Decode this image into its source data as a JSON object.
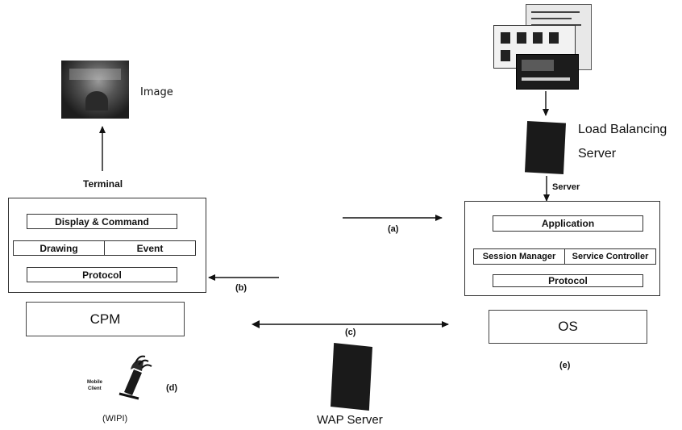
{
  "terminal": {
    "image_label": "Image",
    "terminal_label": "Terminal",
    "display_command": "Display & Command",
    "drawing": "Drawing",
    "event": "Event",
    "protocol": "Protocol",
    "cpm": "CPM"
  },
  "server_side": {
    "load_balancing_line1": "Load Balancing",
    "load_balancing_line2": "Server",
    "server_label": "Server",
    "application": "Application",
    "session_manager": "Session Manager",
    "service_controller": "Service Controller",
    "protocol": "Protocol",
    "os": "OS"
  },
  "labels": {
    "a": "(a)",
    "b": "(b)",
    "c": "(c)",
    "d": "(d)",
    "e": "(e)",
    "wipi": "(WIPI)",
    "mobile_line1": "Mobile",
    "mobile_line2": "Client",
    "wap_server": "WAP Server"
  }
}
